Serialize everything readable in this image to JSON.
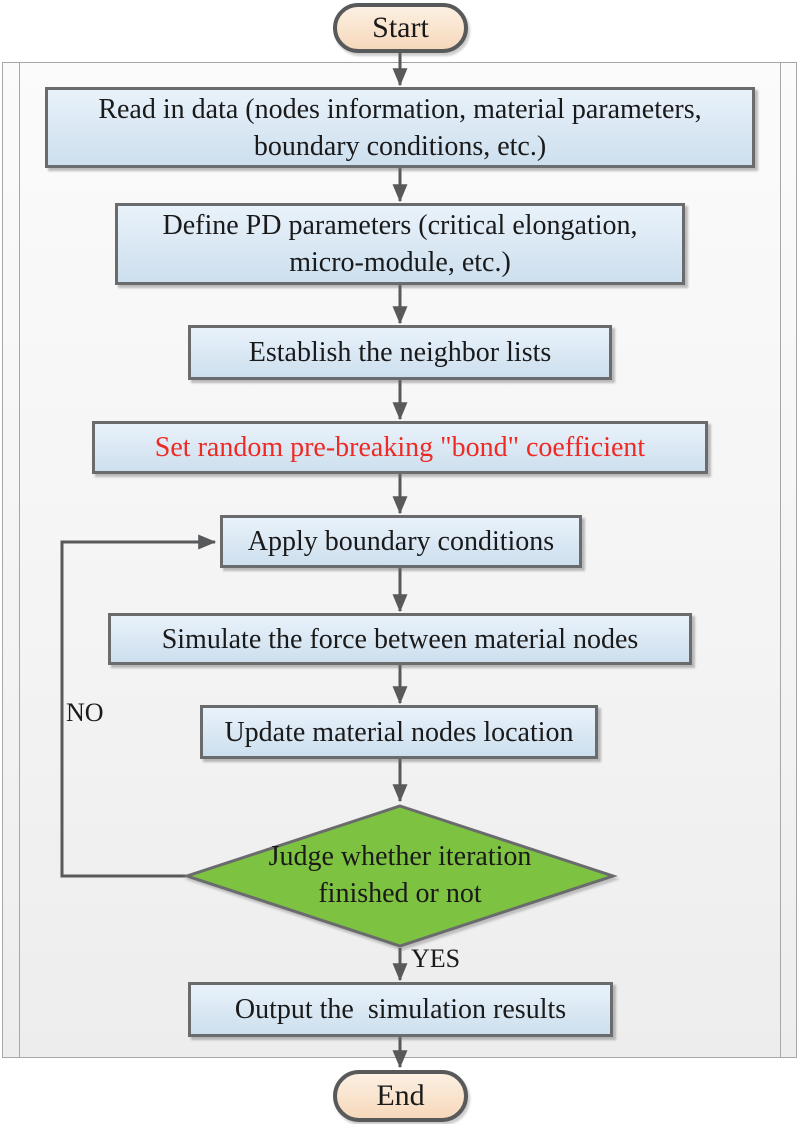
{
  "colors": {
    "box_fill_top": "#E9F2FA",
    "box_fill_bottom": "#CDDFEE",
    "box_border": "#6A6B6D",
    "pill_fill_top": "#FCF0E2",
    "pill_fill_bottom": "#F6D8BB",
    "pill_border": "#58595B",
    "diamond_fill": "#7DC241",
    "diamond_border": "#6A6B6D",
    "arrow": "#58595B",
    "red_text": "#EE2A24",
    "frame_line": "#A7A7A7",
    "text": "#1A1A1A"
  },
  "flow": {
    "start": {
      "label": "Start"
    },
    "end": {
      "label": "End"
    },
    "steps": [
      {
        "name": "read-data",
        "lines": [
          "Read in data (nodes information, material parameters,",
          "boundary conditions, etc.)"
        ]
      },
      {
        "name": "define-pd-parameters",
        "lines": [
          "Define PD parameters (critical elongation,",
          "micro-module, etc.)"
        ]
      },
      {
        "name": "establish-neighbor-lists",
        "lines": [
          "Establish the neighbor lists"
        ]
      },
      {
        "name": "set-random-prebreaking-bond",
        "lines": [
          "Set random pre-breaking \"bond\" coefficient"
        ],
        "emphasis": "red"
      },
      {
        "name": "apply-boundary-conditions",
        "lines": [
          "Apply boundary conditions"
        ]
      },
      {
        "name": "simulate-force-between-nodes",
        "lines": [
          "Simulate the force between material nodes"
        ]
      },
      {
        "name": "update-node-locations",
        "lines": [
          "Update material nodes location"
        ]
      },
      {
        "name": "output-results",
        "lines": [
          "Output the  simulation results"
        ]
      }
    ],
    "decision": {
      "name": "judge-iteration-finished",
      "lines": [
        "Judge whether iteration",
        "finished or not"
      ]
    },
    "labels": {
      "no": "NO",
      "yes": "YES"
    }
  }
}
